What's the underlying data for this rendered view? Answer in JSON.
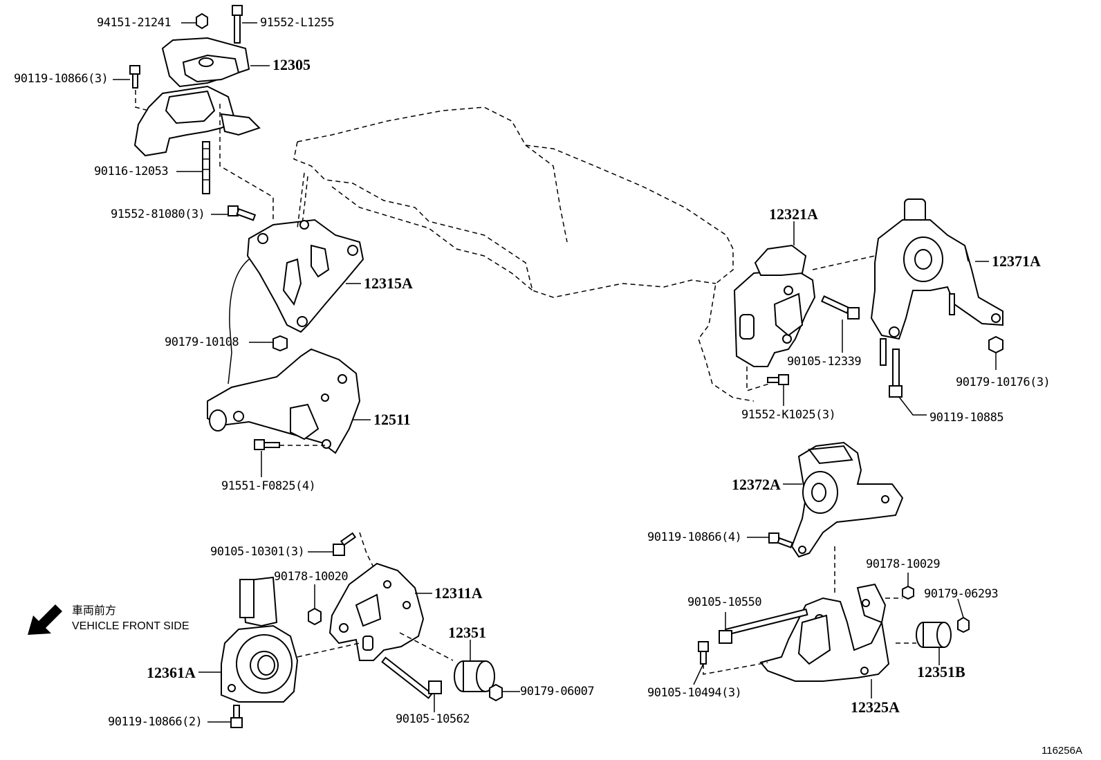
{
  "labels": {
    "p94151_21241": "94151-21241",
    "p91552_L1255": "91552-L1255",
    "p12305": "12305",
    "p90119_10866_3": "90119-10866(3)",
    "p90116_12053": "90116-12053",
    "p91552_81080_3": "91552-81080(3)",
    "p12315A": "12315A",
    "p90179_10108": "90179-10108",
    "p12511": "12511",
    "p91551_F0825_4": "91551-F0825(4)",
    "p12321A": "12321A",
    "p12371A": "12371A",
    "p90105_12339": "90105-12339",
    "p90179_10176_3": "90179-10176(3)",
    "p91552_K1025_3": "91552-K1025(3)",
    "p90119_10885": "90119-10885",
    "p12372A": "12372A",
    "p90119_10866_4": "90119-10866(4)",
    "p90178_10029": "90178-10029",
    "p90179_06293": "90179-06293",
    "p90105_10550": "90105-10550",
    "p12351B": "12351B",
    "p90105_10494_3": "90105-10494(3)",
    "p12325A": "12325A",
    "p90105_10301_3": "90105-10301(3)",
    "p90178_10020": "90178-10020",
    "p12311A": "12311A",
    "p12351": "12351",
    "p12361A": "12361A",
    "p90179_06007": "90179-06007",
    "p90105_10562": "90105-10562",
    "p90119_10866_2": "90119-10866(2)"
  },
  "front_indicator": {
    "jp": "車両前方",
    "en": "VEHICLE FRONT SIDE"
  },
  "diagram_id": "116256A",
  "colors": {
    "ink": "#000000",
    "paper": "#ffffff"
  }
}
